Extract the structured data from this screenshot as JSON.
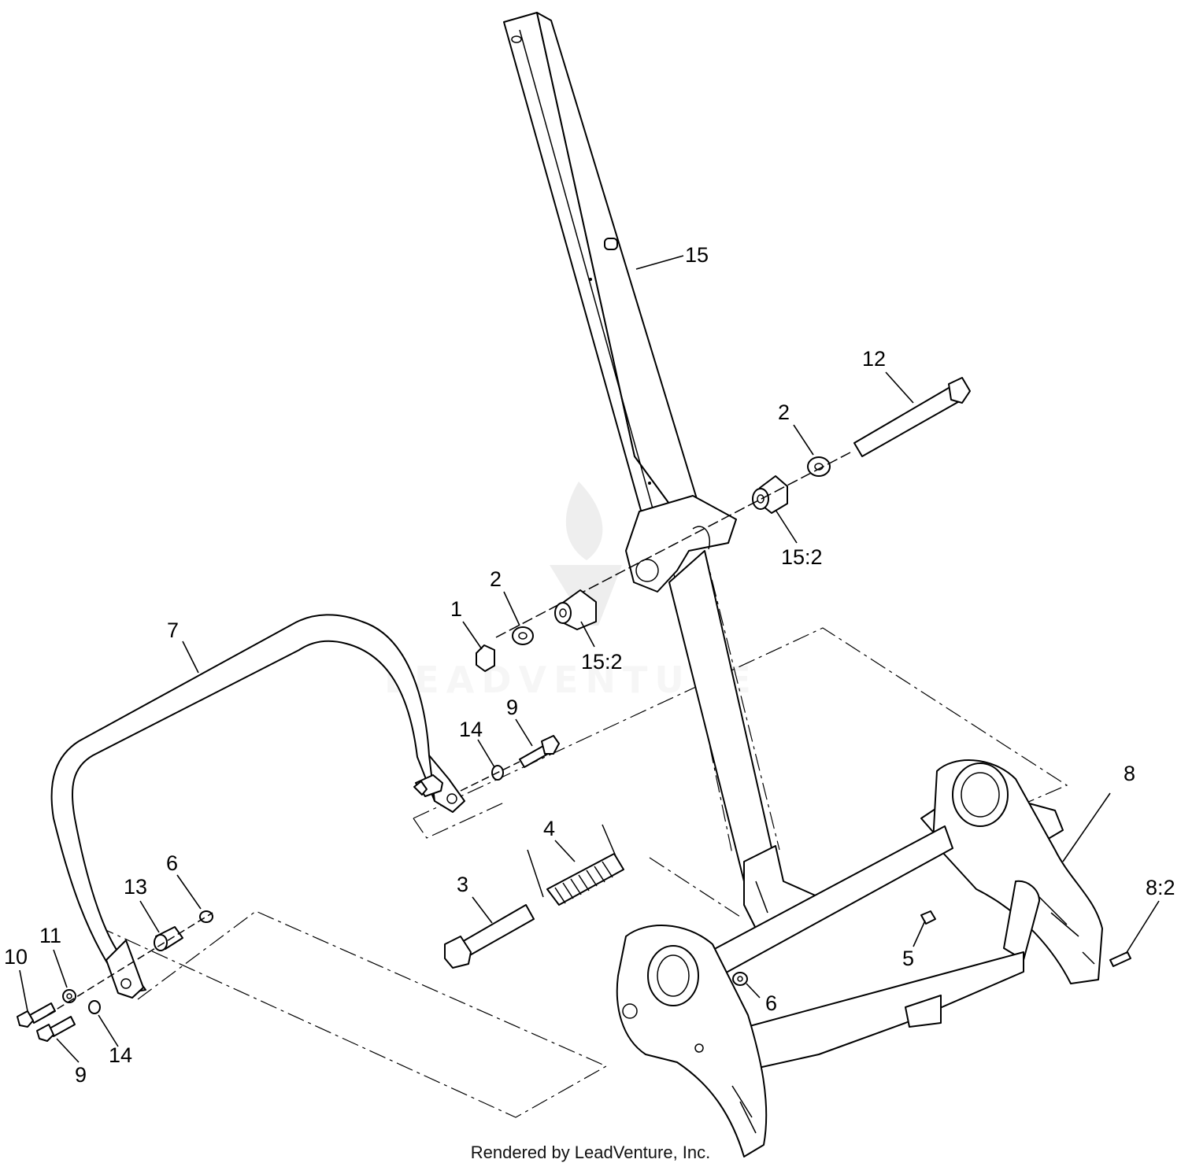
{
  "watermark": "LEADVENTURE",
  "footer": "Rendered by LeadVenture, Inc.",
  "callouts": {
    "c15": "15",
    "c12": "12",
    "c2_right": "2",
    "c15_2_right": "15:2",
    "c1": "1",
    "c2_left": "2",
    "c15_2_left": "15:2",
    "c7": "7",
    "c9_upper": "9",
    "c14_upper": "14",
    "c4": "4",
    "c3": "3",
    "c8": "8",
    "c8_2": "8:2",
    "c5": "5",
    "c6_right": "6",
    "c6_left": "6",
    "c13": "13",
    "c11": "11",
    "c10": "10",
    "c14_lower": "14",
    "c9_lower": "9"
  }
}
